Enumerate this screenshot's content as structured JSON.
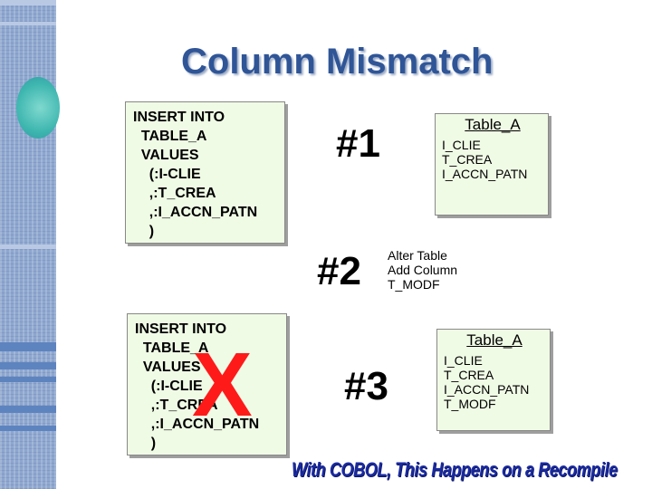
{
  "slide": {
    "title": "Column Mismatch",
    "numbers": {
      "n1": "#1",
      "n2": "#2",
      "n3": "#3"
    },
    "insert_box_1": [
      "INSERT INTO",
      "  TABLE_A",
      "  VALUES",
      "    (:I-CLIE",
      "    ,:T_CREA",
      "    ,:I_ACCN_PATN",
      "    )"
    ],
    "insert_box_2": [
      "INSERT INTO",
      "  TABLE_A",
      "  VALUES",
      "    (:I-CLIE",
      "    ,:T_CREA",
      "    ,:I_ACCN_PATN",
      "    )"
    ],
    "table_box_1": {
      "header": "Table_A",
      "columns": [
        "I_CLIE",
        "T_CREA",
        "I_ACCN_PATN"
      ]
    },
    "table_box_2": {
      "header": "Table_A",
      "columns": [
        "I_CLIE",
        "T_CREA",
        "I_ACCN_PATN",
        "T_MODF"
      ]
    },
    "alter_text": [
      "Alter Table",
      "Add Column",
      "T_MODF"
    ],
    "x_mark": "X",
    "footer": "With COBOL, This Happens on a Recompile"
  },
  "colors": {
    "title": "#2f5597",
    "x_mark": "#ff1a1a",
    "box_fill": "#f0fbe6",
    "footer": "#1a2aa0"
  }
}
